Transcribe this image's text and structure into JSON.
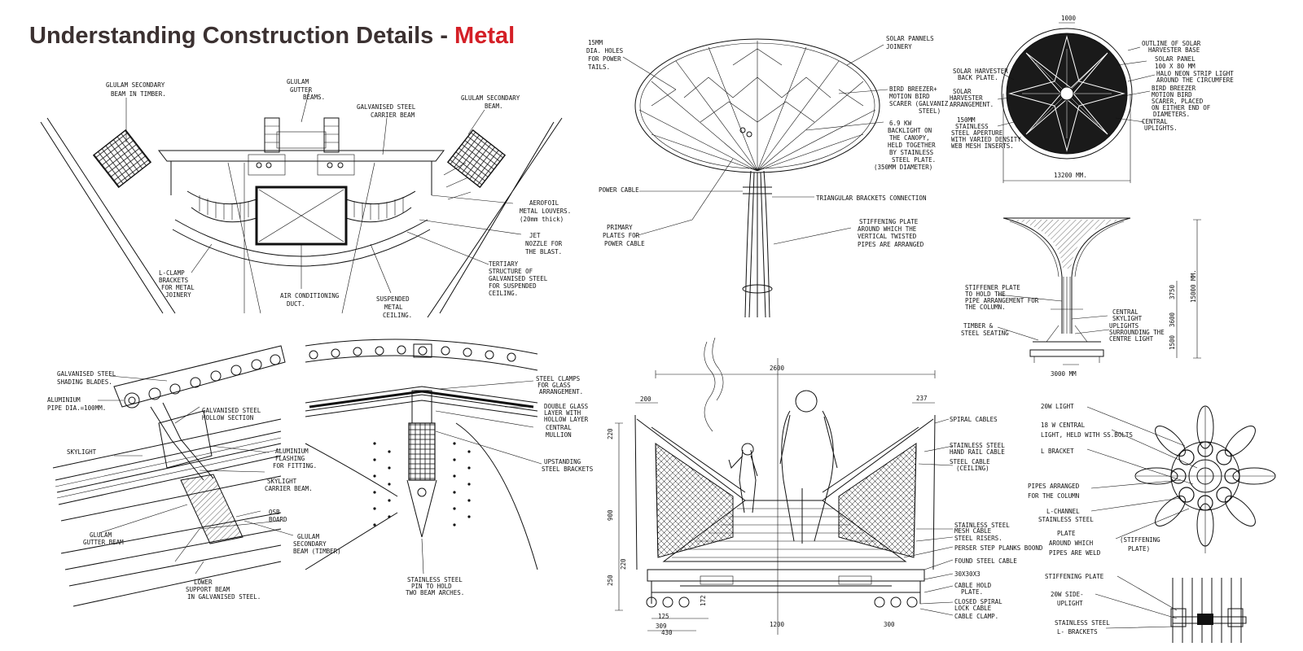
{
  "title": {
    "main": "Understanding Construction Details - ",
    "accent": "Metal",
    "accent_color": "#d41f26",
    "main_color": "#3b3131"
  },
  "detail1": {
    "labels": [
      "GLULAM SECONDARY",
      "BEAM IN TIMBER.",
      "GLULAM",
      "GUTTER",
      "BEAMS.",
      "GALVANISED STEEL",
      "CARRIER BEAM",
      "GLULAM SECONDARY",
      "BEAM.",
      "AEROFOIL",
      "METAL LOUVERS.",
      "(20mm thick)",
      "JET",
      "NOZZLE FOR",
      "THE BLAST.",
      "TERTIARY",
      "STRUCTURE OF",
      "GALVANISED STEEL",
      "FOR SUSPENDED",
      "CEILING.",
      "SUSPENDED",
      "METAL",
      "CEILING.",
      "AIR CONDITIONING",
      "DUCT.",
      "L-CLAMP",
      "BRACKETS",
      "FOR METAL",
      "JOINERY"
    ]
  },
  "detail2": {
    "labels": [
      "15MM",
      "DIA. HOLES",
      "FOR POWER",
      "TAILS.",
      "SOLAR PANNELS",
      "JOINERY",
      "BIRD BREEZER+",
      "MOTION BIRD",
      "SCARER (GALVANIZ",
      "STEEL)",
      "6.9 KW",
      "BACKLIGHT ON",
      "THE CANOPY,",
      "HELD TOGETHER",
      "BY STAINLESS",
      "STEEL PLATE.",
      "(350MM DIAMETER)",
      "POWER CABLE",
      "TRIANGULAR BRACKETS CONNECTION",
      "PRIMARY",
      "PLATES FOR",
      "POWER CABLE",
      "STIFFENING PLATE",
      "AROUND WHICH THE",
      "VERTICAL TWISTED",
      "PIPES ARE ARRANGED"
    ]
  },
  "detail3": {
    "labels": [
      "1000",
      "OUTLINE OF SOLAR",
      "HARVESTER BASE",
      "SOLAR PANEL",
      "100 X 80 MM",
      "HALO NEON STRIP LIGHT",
      "AROUND THE CIRCUMFERE",
      "BIRD BREEZER",
      "MOTION BIRD",
      "SCARER, PLACED",
      "ON EITHER END OF",
      "DIAMETERS.",
      "CENTRAL",
      "UPLIGHTS.",
      "SOLAR HARVESTER",
      "BACK PLATE.",
      "SOLAR",
      "HARVESTER",
      "ARRANGEMENT.",
      "150MM",
      "STAINLESS",
      "STEEL APERTURE",
      "WITH VARIED DENSITY",
      "WEB MESH INSERTS.",
      "13200 MM.",
      "STIFFENER PLATE",
      "TO HOLD THE",
      "PIPE ARRANGEMENT FOR",
      "THE COLUMN.",
      "CENTRAL",
      "SKYLIGHT",
      "UPLIGHTS",
      "SURROUNDING THE",
      "CENTRE LIGHT",
      "TIMBER &",
      "STEEL SEATING",
      "3000 MM",
      "15000 MM.",
      "3750",
      "3600",
      "1500"
    ]
  },
  "detail4": {
    "labels": [
      "GALVANISED STEEL",
      "SHADING BLADES.",
      "ALUMINIUM",
      "PIPE DIA.=100MM.",
      "GALVANISED STEEL",
      "HOLLOW SECTION",
      "SKYLIGHT",
      "ALUMINIUM",
      "FLASHING",
      "FOR FITTING.",
      "SKYLIGHT",
      "CARRIER BEAM.",
      "OSB",
      "BOARD",
      "GLULAM",
      "GUTTER BEAM",
      "GLULAM",
      "SECONDARY",
      "BEAM (TIMBER)",
      "LOWER",
      "SUPPORT BEAM",
      "IN GALVANISED STEEL."
    ]
  },
  "detail5": {
    "labels": [
      "STEEL CLAMPS",
      "FOR GLASS",
      "ARRANGEMENT.",
      "DOUBLE GLASS",
      "LAYER WITH",
      "HOLLOW LAYER",
      "CENTRAL",
      "MULLION",
      "UPSTANDING",
      "STEEL BRACKETS",
      "STAINLESS STEEL",
      "PIN TO HOLD",
      "TWO BEAM ARCHES."
    ]
  },
  "detail6": {
    "labels": [
      "2600",
      "200",
      "237",
      "SPIRAL CABLES",
      "STAINLESS STEEL",
      "HAND RAIL CABLE",
      "STEEL CABLE",
      "(CEILING)",
      "STAINLESS STEEL",
      "MESH CABLE",
      "STEEL RISERS.",
      "PERSER STEP PLANKS BOOND",
      "FOUND STEEL CABLE",
      "30X30X3",
      "CABLE HOLD",
      "PLATE.",
      "CLOSED SPIRAL",
      "LOCK CABLE",
      "CABLE CLAMP.",
      "1200",
      "300",
      "309",
      "430",
      "125",
      "220",
      "900",
      "250",
      "220",
      "172"
    ]
  },
  "detail7": {
    "labels": [
      "20W LIGHT",
      "18 W CENTRAL",
      "LIGHT, HELD WITH SS.BOLTS",
      "L BRACKET",
      "PIPES ARRANGED",
      "FOR THE COLUMN",
      "L-CHANNEL",
      "STAINLESS STEEL",
      "PLATE",
      "AROUND WHICH",
      "PIPES ARE WELD",
      "(STIFFENING",
      "PLATE)",
      "STIFFENING PLATE",
      "20W SIDE-",
      "UPLIGHT",
      "STAINLESS STEEL",
      "L- BRACKETS"
    ]
  }
}
